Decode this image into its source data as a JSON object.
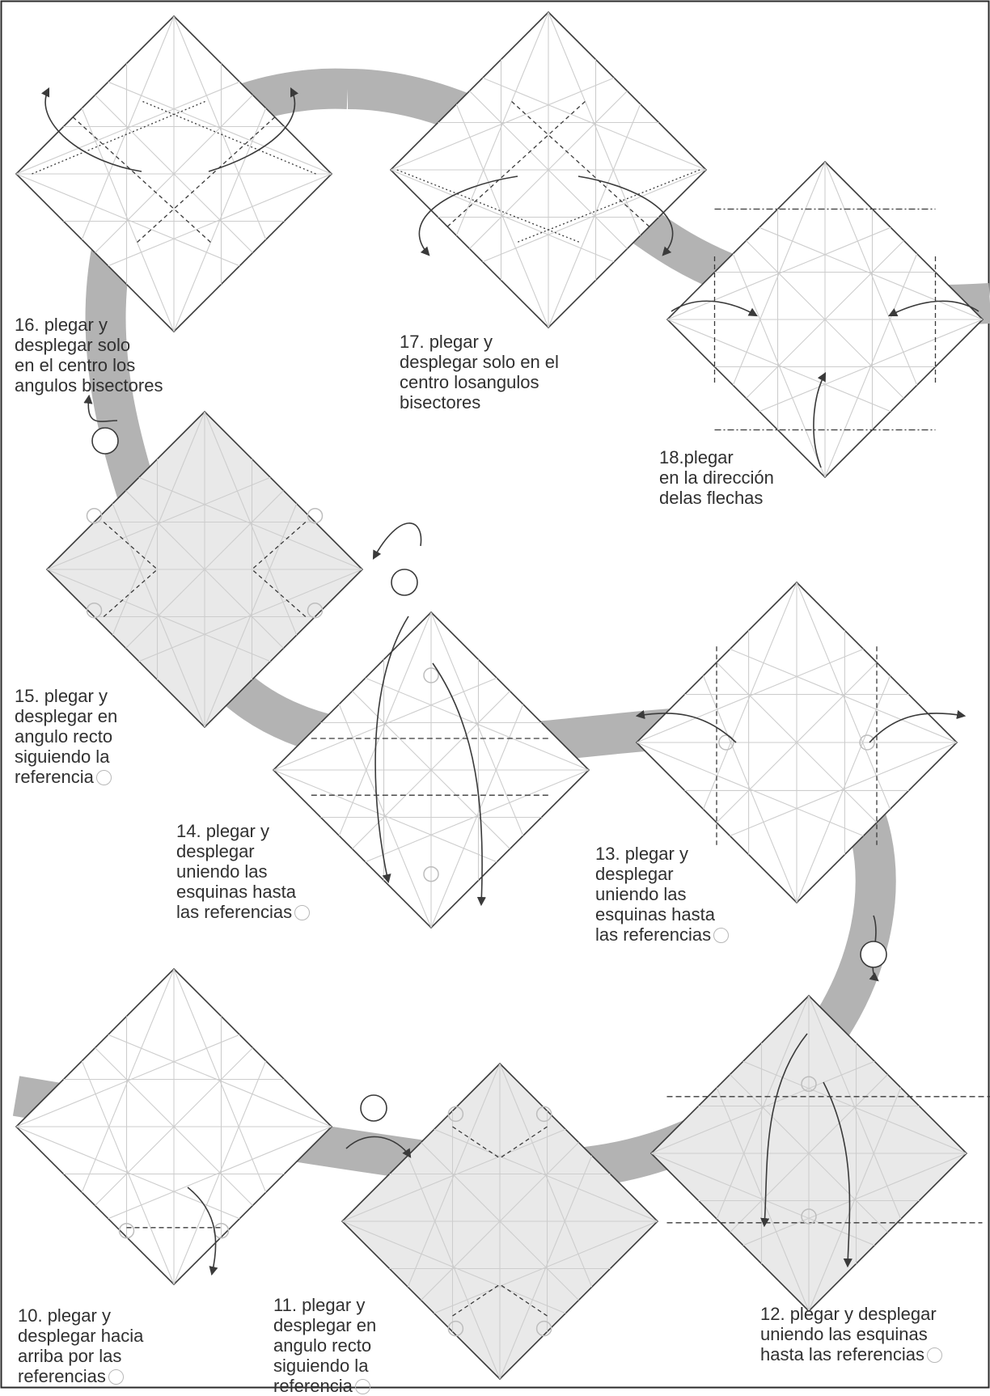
{
  "page": {
    "colors": {
      "band": "#b3b3b3",
      "paper_front": "#ffffff",
      "paper_back": "#e9e9e9",
      "crease": "#cdcdcd",
      "ink": "#3a3a3a",
      "reference_circle": "#bdbdbd"
    }
  },
  "steps": [
    {
      "number": 16,
      "caption": "16. plegar y\ndesplegar solo\nen el centro los\nangulos bisectores",
      "has_reference_mark": false
    },
    {
      "number": 17,
      "caption": "17. plegar y\ndesplegar solo en el\ncentro losangulos\nbisectores",
      "has_reference_mark": false
    },
    {
      "number": 18,
      "caption": "18.plegar\nen la dirección\ndelas flechas",
      "has_reference_mark": false
    },
    {
      "number": 15,
      "caption": "15. plegar y\ndesplegar en\nangulo recto\nsiguiendo la\nreferencia",
      "has_reference_mark": true
    },
    {
      "number": 14,
      "caption": "14. plegar y\ndesplegar\nuniendo las\nesquinas hasta\nlas referencias",
      "has_reference_mark": true
    },
    {
      "number": 13,
      "caption": "13. plegar y\ndesplegar\nuniendo las\nesquinas hasta\nlas referencias",
      "has_reference_mark": true
    },
    {
      "number": 10,
      "caption": "10. plegar y\ndesplegar hacia\narriba por las\nreferencias",
      "has_reference_mark": true
    },
    {
      "number": 11,
      "caption": "11. plegar y\ndesplegar en\nangulo recto\nsiguiendo la\nreferencia",
      "has_reference_mark": true
    },
    {
      "number": 12,
      "caption": "12. plegar y desplegar\nuniendo las esquinas\nhasta las referencias",
      "has_reference_mark": true
    }
  ]
}
